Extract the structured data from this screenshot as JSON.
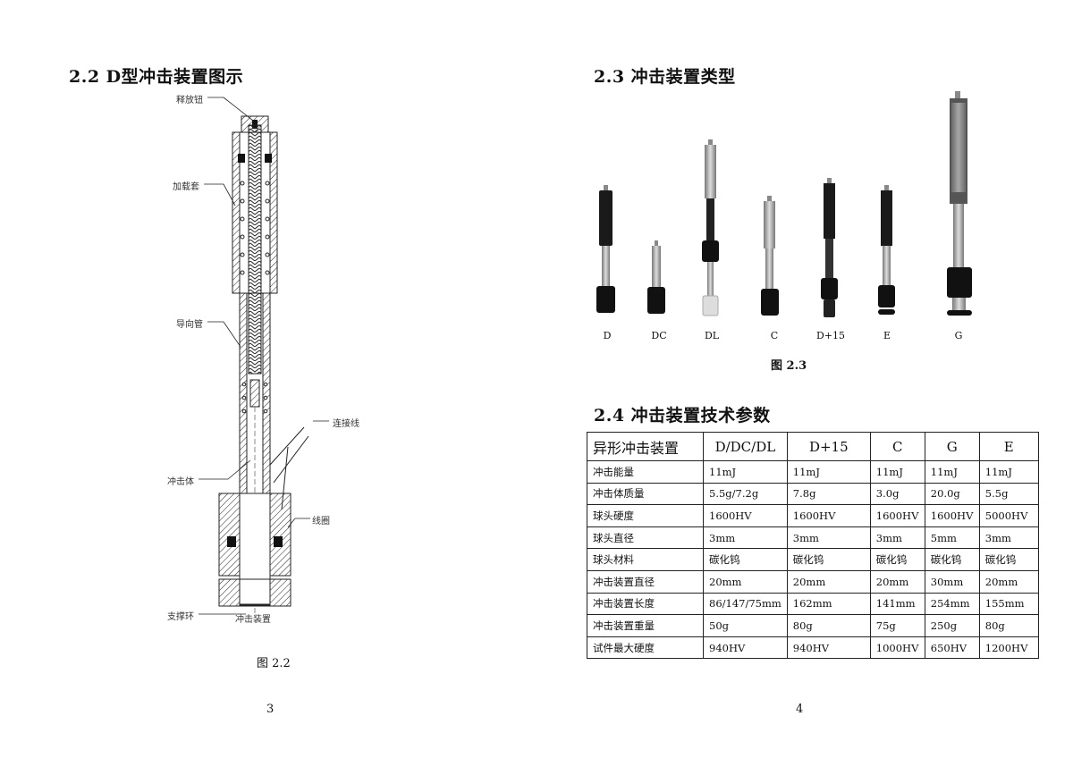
{
  "left_page": {
    "heading": "2.2 D型冲击装置图示",
    "diagram_labels": {
      "release_button": "释放钮",
      "loading_sleeve": "加载套",
      "guide_tube": "导向管",
      "connecting_cable": "连接线",
      "impact_body": "冲击体",
      "coil": "线圈",
      "support_ring": "支撑环",
      "impact_device": "冲击装置"
    },
    "caption": "图 2.2",
    "page_number": "3"
  },
  "right_page": {
    "heading_types": "2.3  冲击装置类型",
    "device_labels": [
      "D",
      "DC",
      "DL",
      "C",
      "D+15",
      "E",
      "G"
    ],
    "caption": "图 2.3",
    "heading_params": "2.4  冲击装置技术参数",
    "table": {
      "headers": [
        "异形冲击装置",
        "D/DC/DL",
        "D+15",
        "C",
        "G",
        "E"
      ],
      "rows": [
        [
          "冲击能量",
          "11mJ",
          "11mJ",
          "11mJ",
          "11mJ",
          "11mJ"
        ],
        [
          "冲击体质量",
          "5.5g/7.2g",
          "7.8g",
          "3.0g",
          "20.0g",
          "5.5g"
        ],
        [
          "球头硬度",
          "1600HV",
          "1600HV",
          "1600HV",
          "1600HV",
          "5000HV"
        ],
        [
          "球头直径",
          "3mm",
          "3mm",
          "3mm",
          "5mm",
          "3mm"
        ],
        [
          "球头材料",
          "碳化钨",
          "碳化钨",
          "碳化钨",
          "碳化钨",
          "碳化钨"
        ],
        [
          "冲击装置直径",
          "20mm",
          "20mm",
          "20mm",
          "30mm",
          "20mm"
        ],
        [
          "冲击装置长度",
          "86/147/75mm",
          "162mm",
          "141mm",
          "254mm",
          "155mm"
        ],
        [
          "冲击装置重量",
          "50g",
          "80g",
          "75g",
          "250g",
          "80g"
        ],
        [
          "试件最大硬度",
          "940HV",
          "940HV",
          "1000HV",
          "650HV",
          "1200HV"
        ]
      ]
    },
    "page_number": "4"
  }
}
